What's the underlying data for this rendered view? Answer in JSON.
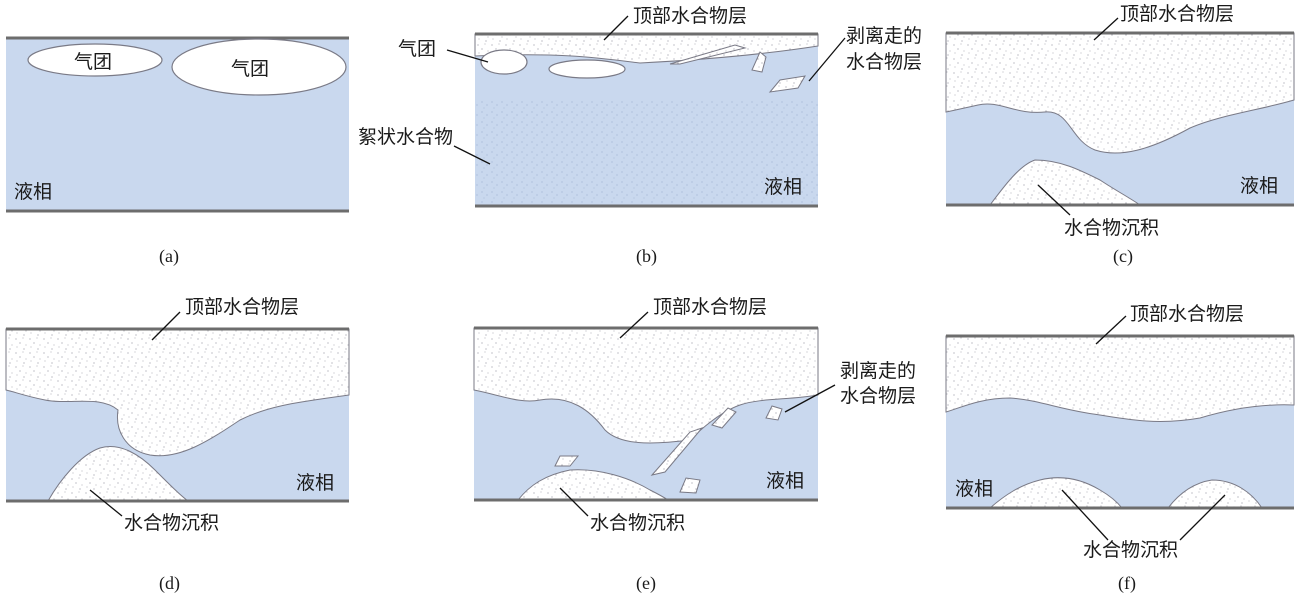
{
  "labels": {
    "bubble": "气团",
    "liquid": "液相",
    "top_layer": "顶部水合物层",
    "peeled": "剥离走的",
    "peeled_2": "水合物层",
    "flocculent": "絮状水合物",
    "deposit": "水合物沉积"
  },
  "captions": [
    "(a)",
    "(b)",
    "(c)",
    "(d)",
    "(e)",
    "(f)"
  ],
  "colors": {
    "liquid": "#c9d8ee",
    "hydrate": "#ffffff",
    "speckle": "#9a9aa6",
    "wall": "#6d6d6d"
  }
}
